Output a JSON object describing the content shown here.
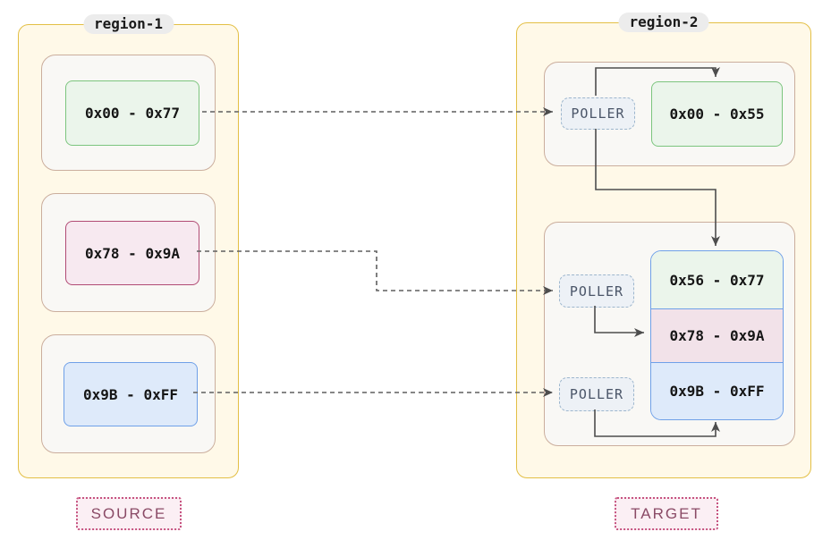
{
  "source_region": {
    "title": "region-1",
    "blocks": [
      {
        "label": "0x00 - 0x77"
      },
      {
        "label": "0x78 - 0x9A"
      },
      {
        "label": "0x9B - 0xFF"
      }
    ],
    "badge": "SOURCE"
  },
  "target_region": {
    "title": "region-2",
    "pollers": [
      {
        "label": "POLLER"
      },
      {
        "label": "POLLER"
      },
      {
        "label": "POLLER"
      }
    ],
    "top_block": {
      "label": "0x00 - 0x55"
    },
    "stacked_blocks": [
      {
        "label": "0x56 - 0x77"
      },
      {
        "label": "0x78 - 0x9A"
      },
      {
        "label": "0x9B - 0xFF"
      }
    ],
    "badge": "TARGET"
  },
  "colors": {
    "region_border": "#E3BF45",
    "region_bg": "#FFF9E8",
    "title_bg": "#ECECEC",
    "title_text": "#1A1A1A",
    "slot_border": "#CBAE9D",
    "slot_bg": "#F9F8F5",
    "green_border": "#7CC57E",
    "green_bg": "#EBF5EB",
    "pink_border": "#B14B74",
    "pink_bg": "#F7E9F0",
    "pink_bg2": "#F2E2E9",
    "blue_border": "#6FA0E8",
    "blue_bg": "#DEEAFA",
    "poller_border": "#9DB6CD",
    "poller_bg": "#EDF1F6",
    "poller_text": "#4A5568",
    "badge_border": "#C65380",
    "badge_bg": "#FBEFF4",
    "badge_text": "#8A4A66",
    "arrow": "#4D4D4D",
    "arrow_dashed": "#5F5F5F"
  }
}
